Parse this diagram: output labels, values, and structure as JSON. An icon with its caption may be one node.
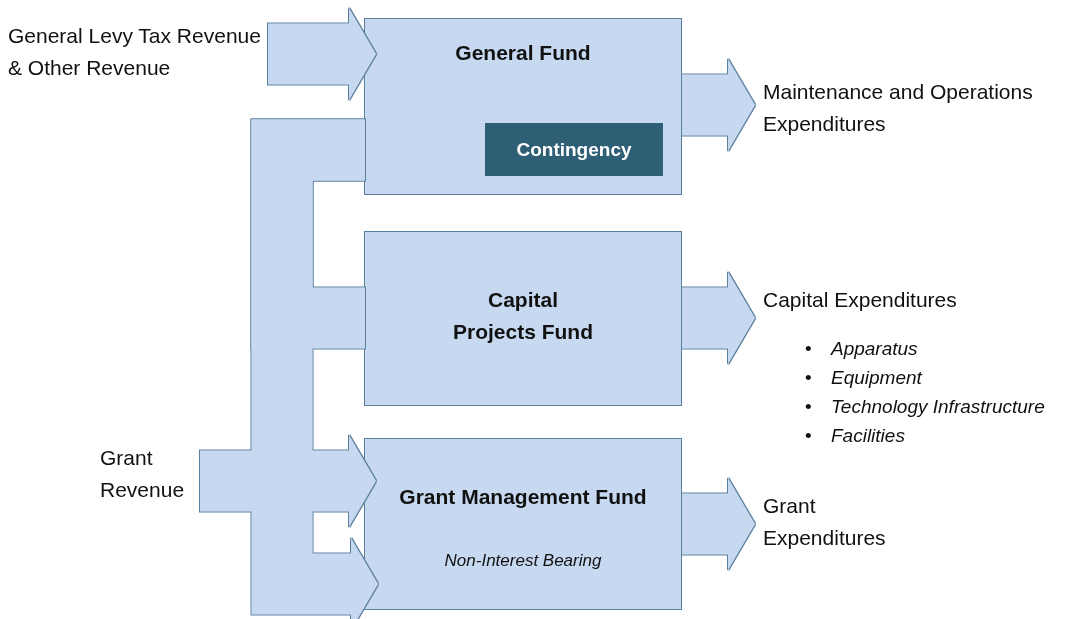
{
  "diagram": {
    "nodes": [
      {
        "text": [
          "General Levy Tax Revenue & Other Revenue"
        ]
      },
      {
        "text": [
          "General Fund"
        ]
      },
      {
        "text": [
          "Contingency"
        ],
        "in": 1
      },
      {
        "text": [
          "Maintenance and Operations Expenditures"
        ]
      },
      {
        "text": [
          "Capital Projects Fund"
        ]
      },
      {
        "text": [
          "Capital Expenditures"
        ]
      },
      {
        "text": [
          "Grant Revenue"
        ]
      },
      {
        "text": [
          "Grant Management Fund",
          "Non-Interest Bearing"
        ]
      },
      {
        "text": [
          "Grant Expenditures"
        ]
      }
    ],
    "edges": [
      {
        "from": 0,
        "to": 1,
        "arrow": "to"
      },
      {
        "from": 1,
        "to": 3,
        "arrow": "to"
      },
      {
        "from": 1,
        "to": 4,
        "arrow": "none"
      },
      {
        "from": 1,
        "to": 7,
        "arrow": "to"
      },
      {
        "from": 4,
        "to": 5,
        "arrow": "to"
      },
      {
        "from": 6,
        "to": 7,
        "arrow": "to"
      },
      {
        "from": 7,
        "to": 8,
        "arrow": "to"
      }
    ],
    "labels": [
      "•",
      "Apparatus",
      "•",
      "Equipment",
      "•",
      "Technology Infrastructure",
      "•",
      "Facilities"
    ]
  }
}
